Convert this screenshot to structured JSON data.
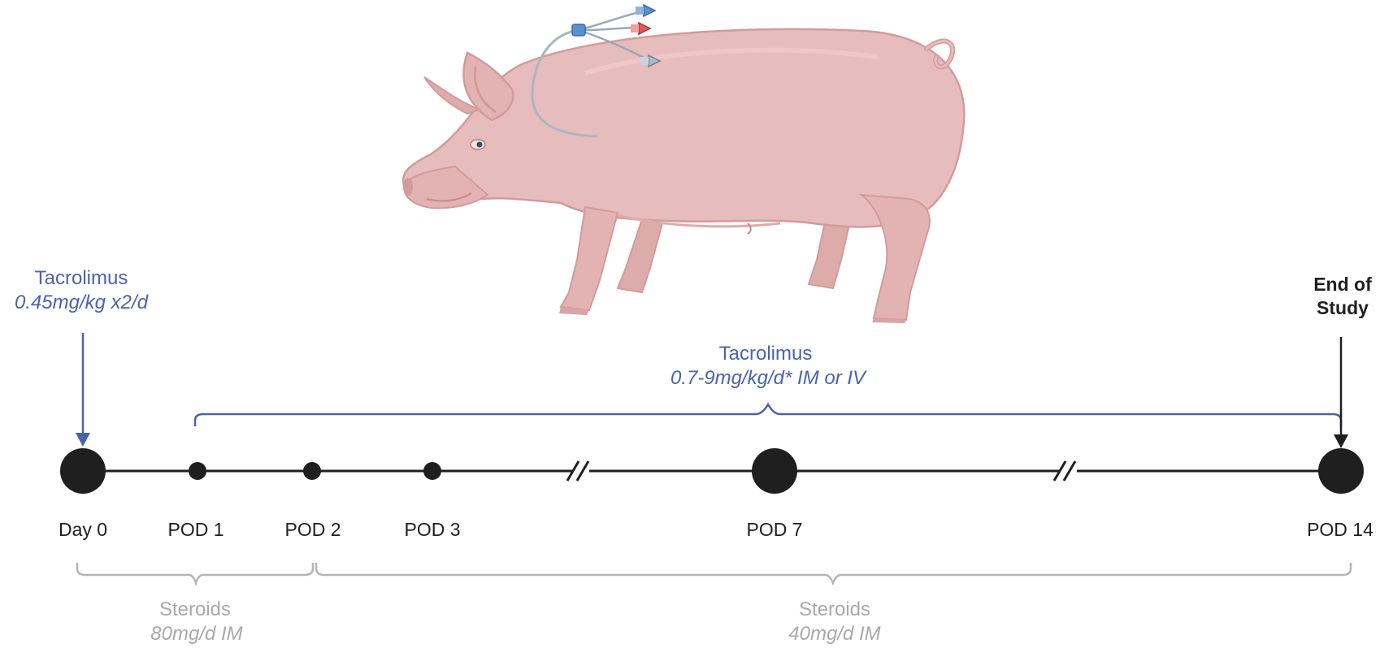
{
  "colors": {
    "tacrolimus": "#4a63ad",
    "steroids": "#a9a9a9",
    "timeline": "#1f1f1f",
    "pig_body": "#e7bcbc",
    "pig_outline": "#d49a9a"
  },
  "icons": [
    "pig-illustration",
    "catheter-icon"
  ],
  "timepoints": [
    {
      "label": "Day 0",
      "size": "large"
    },
    {
      "label": "POD 1",
      "size": "small"
    },
    {
      "label": "POD 2",
      "size": "small"
    },
    {
      "label": "POD 3",
      "size": "small"
    },
    {
      "label": "POD 7",
      "size": "large"
    },
    {
      "label": "POD 14",
      "size": "large"
    }
  ],
  "tacrolimus_induction": {
    "name": "Tacrolimus",
    "dose": "0.45mg/kg x2/d"
  },
  "tacrolimus_maintenance": {
    "name": "Tacrolimus",
    "dose": "0.7-9mg/kg/d* IM or IV"
  },
  "end_of_study": {
    "line1": "End of",
    "line2": "Study"
  },
  "steroids_early": {
    "name": "Steroids",
    "dose": "80mg/d IM"
  },
  "steroids_late": {
    "name": "Steroids",
    "dose": "40mg/d IM"
  }
}
